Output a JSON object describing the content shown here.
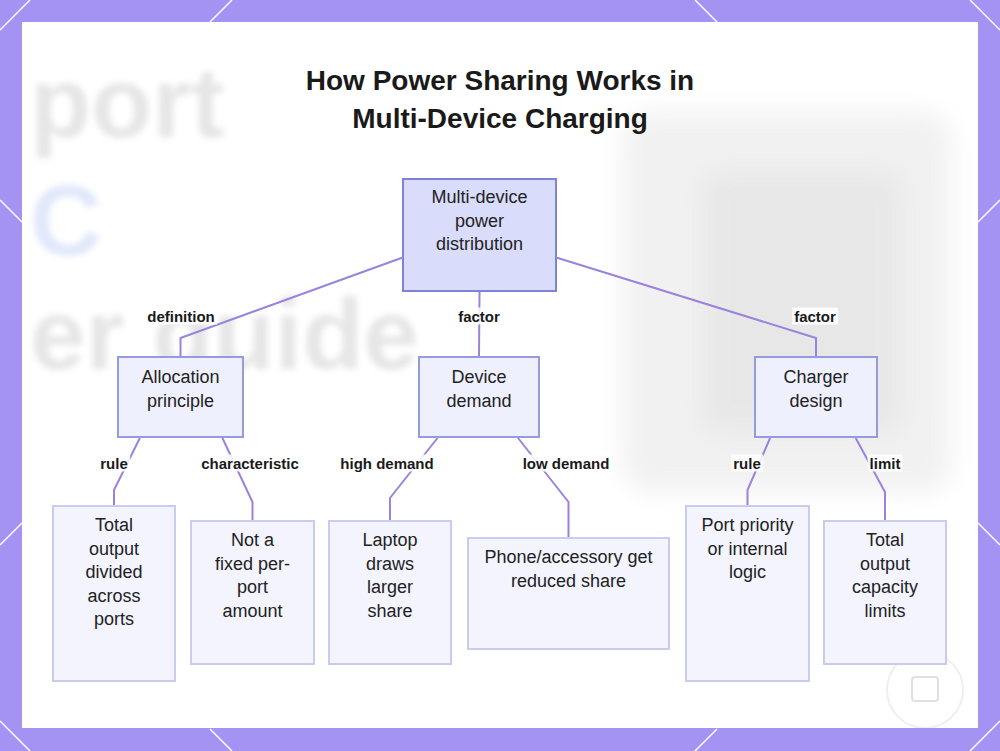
{
  "diagram": {
    "title": "How Power Sharing Works in Multi-Device Charging",
    "nodes": [
      {
        "text": [
          "Multi-device power distribution"
        ]
      },
      {
        "text": [
          "Allocation principle"
        ]
      },
      {
        "text": [
          "Device demand"
        ]
      },
      {
        "text": [
          "Charger design"
        ]
      },
      {
        "text": [
          "Total output divided across ports"
        ]
      },
      {
        "text": [
          "Not a fixed per-port amount"
        ]
      },
      {
        "text": [
          "Laptop draws larger share"
        ]
      },
      {
        "text": [
          "Phone/accessory get reduced share"
        ]
      },
      {
        "text": [
          "Port priority or internal logic"
        ]
      },
      {
        "text": [
          "Total output capacity limits"
        ]
      }
    ],
    "edges": [
      {
        "from": 0,
        "to": 1,
        "label": "definition",
        "arrow": "none"
      },
      {
        "from": 0,
        "to": 2,
        "label": "factor",
        "arrow": "none"
      },
      {
        "from": 0,
        "to": 3,
        "label": "factor",
        "arrow": "none"
      },
      {
        "from": 1,
        "to": 4,
        "label": "rule",
        "arrow": "none"
      },
      {
        "from": 1,
        "to": 5,
        "label": "characteristic",
        "arrow": "none"
      },
      {
        "from": 2,
        "to": 6,
        "label": "high demand",
        "arrow": "none"
      },
      {
        "from": 2,
        "to": 7,
        "label": "low demand",
        "arrow": "none"
      },
      {
        "from": 3,
        "to": 8,
        "label": "rule",
        "arrow": "none"
      },
      {
        "from": 3,
        "to": 9,
        "label": "limit",
        "arrow": "none"
      }
    ],
    "labels": [
      "port",
      "C",
      "er guide"
    ]
  }
}
